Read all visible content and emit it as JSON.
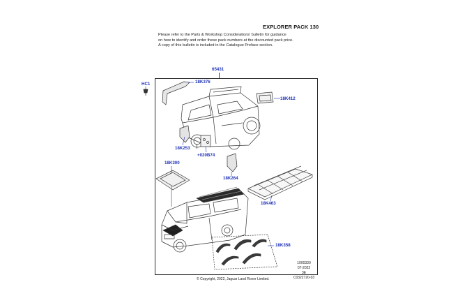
{
  "header": {
    "title": "EXPLORER PACK 130"
  },
  "notice": {
    "lines": [
      "Please refer to the Parts & Workshop Considerations' bulletin for guidance",
      "on how to identify and order these pack numbers at the discounted pack price.",
      "A copy of this bulletin is included in the Catalogue Preface section."
    ]
  },
  "diagram": {
    "pack_number": "65431",
    "callouts": {
      "hc1": "HC1",
      "p18k376": "18K376",
      "p18k412": "18K412",
      "p18k253": "18K253",
      "p020b74": "+020B74",
      "p18k300": "18K300",
      "p18k264": "18K264",
      "p18k463": "18K463",
      "p18k358": "18K358"
    },
    "accent_color": "#2033b8"
  },
  "footer": {
    "ref_lines": [
      "1000330",
      "07-2022",
      "3E",
      "C0322720-03"
    ],
    "copyright": "© Copyright, 2022, Jaguar Land Rover Limited."
  }
}
